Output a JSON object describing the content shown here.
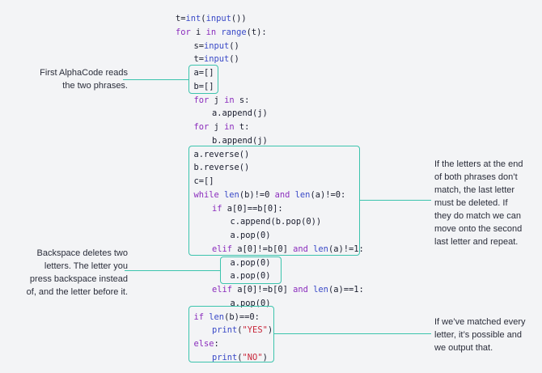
{
  "accent_color": "#3cc4ad",
  "syntax_colors": {
    "function": "#3949c7",
    "keyword": "#8b2dbd",
    "string": "#c8263a",
    "plain": "#1a1d2e"
  },
  "code_lines": [
    {
      "indent": 0,
      "tokens": [
        {
          "t": "plain",
          "v": "t="
        },
        {
          "t": "func",
          "v": "int"
        },
        {
          "t": "plain",
          "v": "("
        },
        {
          "t": "func",
          "v": "input"
        },
        {
          "t": "plain",
          "v": "())"
        }
      ]
    },
    {
      "indent": 0,
      "tokens": [
        {
          "t": "kw",
          "v": "for"
        },
        {
          "t": "plain",
          "v": " i "
        },
        {
          "t": "kw",
          "v": "in"
        },
        {
          "t": "plain",
          "v": " "
        },
        {
          "t": "func",
          "v": "range"
        },
        {
          "t": "plain",
          "v": "(t):"
        }
      ]
    },
    {
      "indent": 1,
      "tokens": [
        {
          "t": "plain",
          "v": "s="
        },
        {
          "t": "func",
          "v": "input"
        },
        {
          "t": "plain",
          "v": "()"
        }
      ]
    },
    {
      "indent": 1,
      "tokens": [
        {
          "t": "plain",
          "v": "t="
        },
        {
          "t": "func",
          "v": "input"
        },
        {
          "t": "plain",
          "v": "()"
        }
      ]
    },
    {
      "indent": 1,
      "tokens": [
        {
          "t": "plain",
          "v": "a=[]"
        }
      ]
    },
    {
      "indent": 1,
      "tokens": [
        {
          "t": "plain",
          "v": "b=[]"
        }
      ]
    },
    {
      "indent": 1,
      "tokens": [
        {
          "t": "kw",
          "v": "for"
        },
        {
          "t": "plain",
          "v": " j "
        },
        {
          "t": "kw",
          "v": "in"
        },
        {
          "t": "plain",
          "v": " s:"
        }
      ]
    },
    {
      "indent": 2,
      "tokens": [
        {
          "t": "plain",
          "v": "a.append(j)"
        }
      ]
    },
    {
      "indent": 1,
      "tokens": [
        {
          "t": "kw",
          "v": "for"
        },
        {
          "t": "plain",
          "v": " j "
        },
        {
          "t": "kw",
          "v": "in"
        },
        {
          "t": "plain",
          "v": " t:"
        }
      ]
    },
    {
      "indent": 2,
      "tokens": [
        {
          "t": "plain",
          "v": "b.append(j)"
        }
      ]
    },
    {
      "indent": 1,
      "tokens": [
        {
          "t": "plain",
          "v": "a.reverse()"
        }
      ]
    },
    {
      "indent": 1,
      "tokens": [
        {
          "t": "plain",
          "v": "b.reverse()"
        }
      ]
    },
    {
      "indent": 1,
      "tokens": [
        {
          "t": "plain",
          "v": "c=[]"
        }
      ]
    },
    {
      "indent": 1,
      "tokens": [
        {
          "t": "kw",
          "v": "while"
        },
        {
          "t": "plain",
          "v": " "
        },
        {
          "t": "func",
          "v": "len"
        },
        {
          "t": "plain",
          "v": "(b)!=0 "
        },
        {
          "t": "kw",
          "v": "and"
        },
        {
          "t": "plain",
          "v": " "
        },
        {
          "t": "func",
          "v": "len"
        },
        {
          "t": "plain",
          "v": "(a)!=0:"
        }
      ]
    },
    {
      "indent": 2,
      "tokens": [
        {
          "t": "kw",
          "v": "if"
        },
        {
          "t": "plain",
          "v": " a[0]==b[0]:"
        }
      ]
    },
    {
      "indent": 3,
      "tokens": [
        {
          "t": "plain",
          "v": "c.append(b.pop(0))"
        }
      ]
    },
    {
      "indent": 3,
      "tokens": [
        {
          "t": "plain",
          "v": "a.pop(0)"
        }
      ]
    },
    {
      "indent": 2,
      "tokens": [
        {
          "t": "kw",
          "v": "elif"
        },
        {
          "t": "plain",
          "v": " a[0]!=b[0] "
        },
        {
          "t": "kw",
          "v": "and"
        },
        {
          "t": "plain",
          "v": " "
        },
        {
          "t": "func",
          "v": "len"
        },
        {
          "t": "plain",
          "v": "(a)!=1:"
        }
      ]
    },
    {
      "indent": 3,
      "tokens": [
        {
          "t": "plain",
          "v": "a.pop(0)"
        }
      ]
    },
    {
      "indent": 3,
      "tokens": [
        {
          "t": "plain",
          "v": "a.pop(0)"
        }
      ]
    },
    {
      "indent": 2,
      "tokens": [
        {
          "t": "kw",
          "v": "elif"
        },
        {
          "t": "plain",
          "v": " a[0]!=b[0] "
        },
        {
          "t": "kw",
          "v": "and"
        },
        {
          "t": "plain",
          "v": " "
        },
        {
          "t": "func",
          "v": "len"
        },
        {
          "t": "plain",
          "v": "(a)==1:"
        }
      ]
    },
    {
      "indent": 3,
      "tokens": [
        {
          "t": "plain",
          "v": "a.pop(0)"
        }
      ]
    },
    {
      "indent": 1,
      "tokens": [
        {
          "t": "kw",
          "v": "if"
        },
        {
          "t": "plain",
          "v": " "
        },
        {
          "t": "func",
          "v": "len"
        },
        {
          "t": "plain",
          "v": "(b)==0:"
        }
      ]
    },
    {
      "indent": 2,
      "tokens": [
        {
          "t": "func",
          "v": "print"
        },
        {
          "t": "plain",
          "v": "("
        },
        {
          "t": "str",
          "v": "\"YES\""
        },
        {
          "t": "plain",
          "v": ")"
        }
      ]
    },
    {
      "indent": 1,
      "tokens": [
        {
          "t": "kw",
          "v": "else"
        },
        {
          "t": "plain",
          "v": ":"
        }
      ]
    },
    {
      "indent": 2,
      "tokens": [
        {
          "t": "func",
          "v": "print"
        },
        {
          "t": "plain",
          "v": "("
        },
        {
          "t": "str",
          "v": "\"NO\""
        },
        {
          "t": "plain",
          "v": ")"
        }
      ]
    }
  ],
  "annotations": {
    "read_phrases": [
      "First AlphaCode reads",
      "the two phrases."
    ],
    "compare_letters": [
      "If the letters at the end",
      "of both phrases don’t",
      "match, the last letter",
      "must be deleted. If",
      "they do match we can",
      "move onto the second",
      "last letter and repeat."
    ],
    "backspace": [
      "Backspace deletes two",
      "letters. The letter you",
      "press backspace instead",
      "of, and the letter before it."
    ],
    "output": [
      "If we’ve matched every",
      "letter, it’s possible and",
      "we output that."
    ]
  }
}
